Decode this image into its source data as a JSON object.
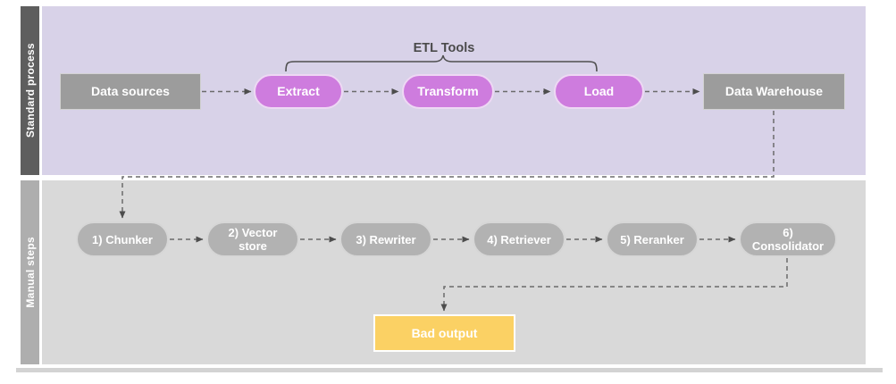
{
  "lanes": [
    {
      "label": "Standard process"
    },
    {
      "label": "Manual steps"
    }
  ],
  "annotations": {
    "etl_tools": "ETL Tools"
  },
  "nodes": {
    "data_sources": "Data sources",
    "extract": "Extract",
    "transform": "Transform",
    "load": "Load",
    "data_warehouse": "Data Warehouse",
    "chunker": "1) Chunker",
    "vector_store": "2) Vector store",
    "rewriter": "3) Rewriter",
    "retriever": "4) Retriever",
    "reranker": "5) Reranker",
    "consolidator": "6) Consolidator",
    "bad_output": "Bad output"
  },
  "edges": [
    {
      "from": "data_sources",
      "to": "extract"
    },
    {
      "from": "extract",
      "to": "transform"
    },
    {
      "from": "transform",
      "to": "load"
    },
    {
      "from": "load",
      "to": "data_warehouse"
    },
    {
      "from": "data_warehouse",
      "to": "chunker"
    },
    {
      "from": "chunker",
      "to": "vector_store"
    },
    {
      "from": "vector_store",
      "to": "rewriter"
    },
    {
      "from": "rewriter",
      "to": "retriever"
    },
    {
      "from": "retriever",
      "to": "reranker"
    },
    {
      "from": "reranker",
      "to": "consolidator"
    },
    {
      "from": "consolidator",
      "to": "bad_output"
    }
  ],
  "colors": {
    "lane1_background": "#d8d2e8",
    "lane1_label_bar": "#5e5e5e",
    "lane2_background": "#d9d9d9",
    "lane2_label_bar": "#aeaeae",
    "gray_node": "#9c9c9c",
    "purple_node": "#ce7cde",
    "gray_pill_node": "#b2b2b2",
    "yellow_node": "#fbd164",
    "connector": "#6b6b6b",
    "node_text": "#ffffff",
    "annotation_text": "#4a4a4a"
  }
}
